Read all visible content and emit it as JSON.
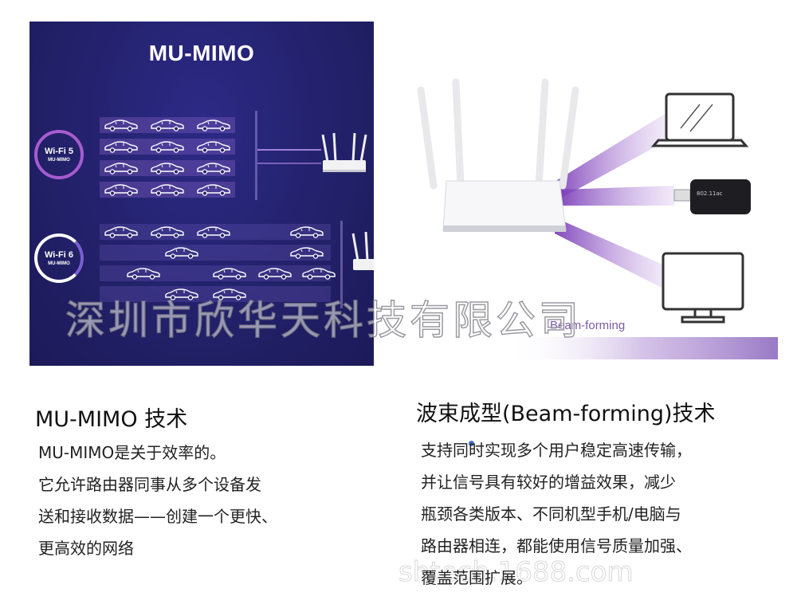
{
  "left_panel": {
    "title": "MU-MIMO",
    "wifi5": {
      "main": "Wi-Fi 5",
      "sub": "MU-MIMO"
    },
    "wifi6": {
      "main": "Wi-Fi 6",
      "sub": "MU-MIMO"
    }
  },
  "right_panel": {
    "beam_label": "Beam-forming",
    "adapter_label": "802.11ac"
  },
  "watermark": {
    "company": "深圳市欣华天科技有限公司",
    "url": "shtech.1688.com"
  },
  "sections": {
    "mu_mimo": {
      "title": "MU-MIMO 技术",
      "lines": [
        "MU-MIMO是关于效率的。",
        "它允许路由器同事从多个设备发",
        "送和接收数据——创建一个更快、",
        "更高效的网络"
      ]
    },
    "beamforming": {
      "title": "波束成型(Beam-forming)技术",
      "lines": [
        "支持同时实现多个用户稳定高速传输，",
        "并让信号具有较好的增益效果，减少",
        "瓶颈各类版本、不同机型手机/电脑与",
        "路由器相连，都能使用信号质量加强、",
        "覆盖范围扩展。"
      ]
    }
  },
  "colors": {
    "panel_bg": "#23216a",
    "beam_purple": "#9b6fd0",
    "text": "#222222"
  }
}
